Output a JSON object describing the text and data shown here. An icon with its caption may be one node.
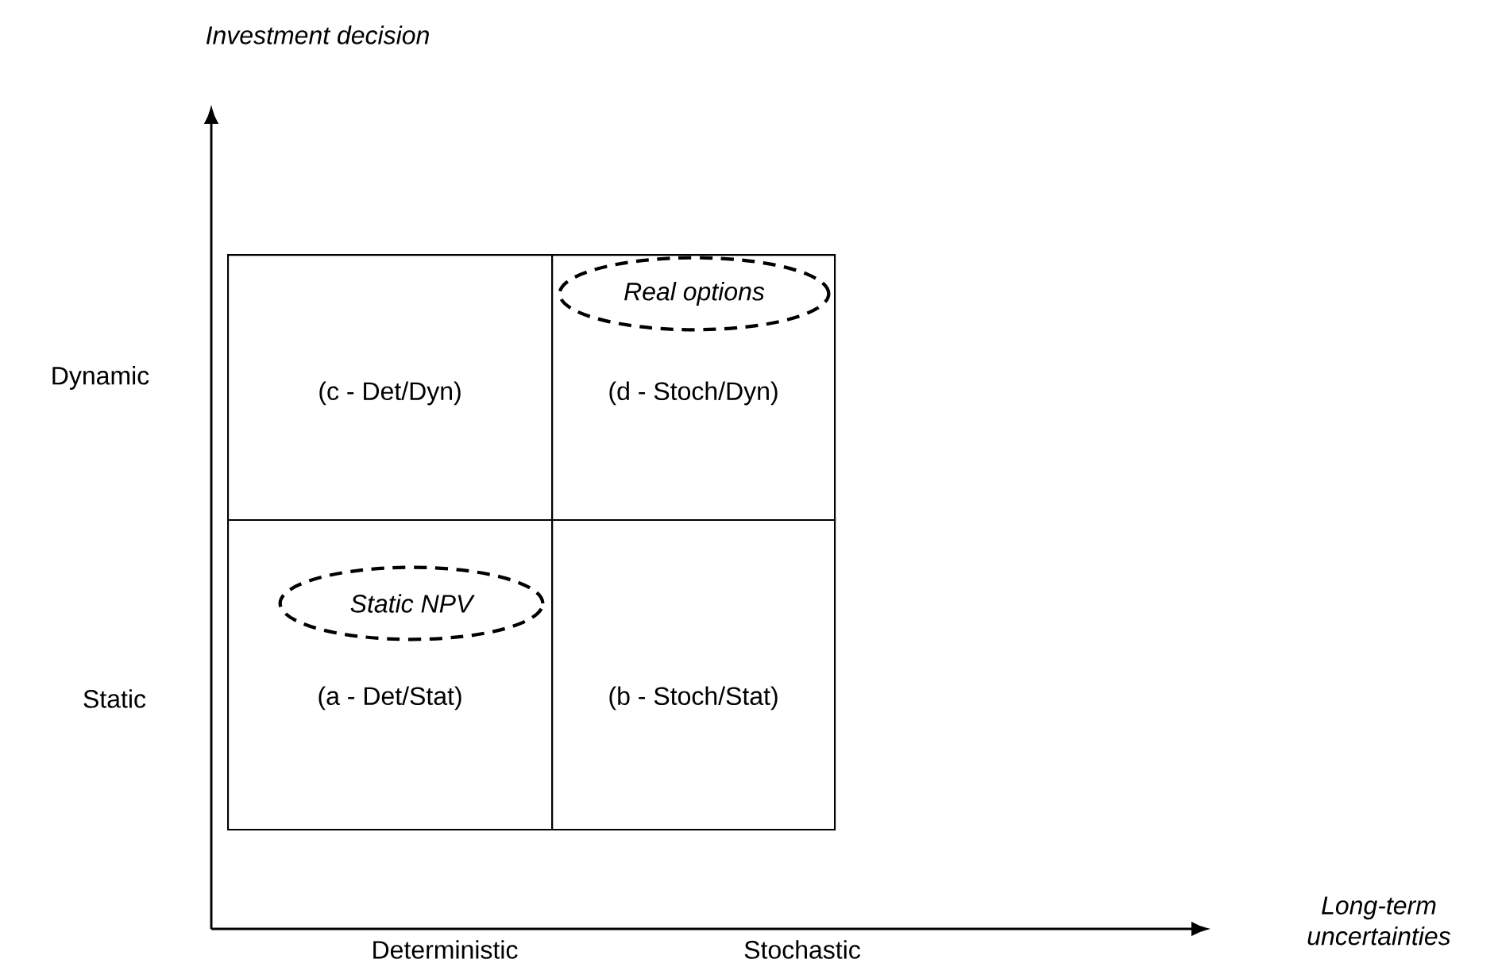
{
  "diagram": {
    "nodes": [
      {
        "text": [
          "(c - Det/Dyn)"
        ]
      },
      {
        "text": [
          "(d - Stoch/Dyn)"
        ]
      },
      {
        "text": [
          "Real options"
        ],
        "in": 1
      },
      {
        "text": [
          "(a - Det/Stat)"
        ]
      },
      {
        "text": [
          "Static NPV"
        ],
        "in": 3
      },
      {
        "text": [
          "(b - Stoch/Stat)"
        ]
      }
    ],
    "labels": [
      "Investment decision",
      "Dynamic",
      "Static",
      "Long-term uncertainties",
      "Deterministic",
      "Stochastic"
    ]
  }
}
